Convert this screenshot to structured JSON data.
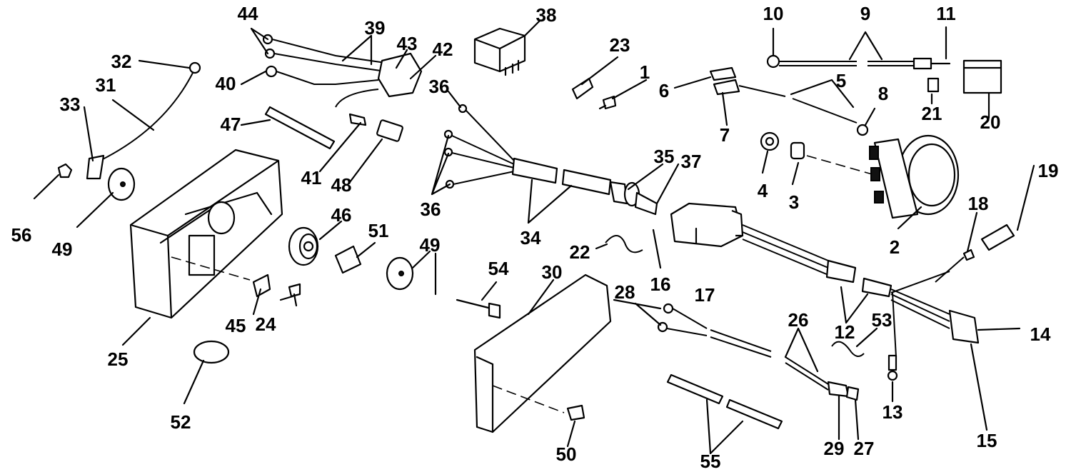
{
  "diagram": {
    "labels": [
      "1",
      "2",
      "3",
      "4",
      "5",
      "6",
      "7",
      "8",
      "9",
      "10",
      "11",
      "12",
      "13",
      "14",
      "15",
      "16",
      "17",
      "18",
      "19",
      "20",
      "21",
      "22",
      "23",
      "24",
      "25",
      "26",
      "27",
      "28",
      "29",
      "30",
      "31",
      "32",
      "33",
      "34",
      "35",
      "36",
      "36",
      "37",
      "38",
      "39",
      "40",
      "41",
      "42",
      "43",
      "44",
      "45",
      "46",
      "47",
      "48",
      "49",
      "49",
      "50",
      "51",
      "52",
      "53",
      "54",
      "55",
      "56"
    ]
  }
}
